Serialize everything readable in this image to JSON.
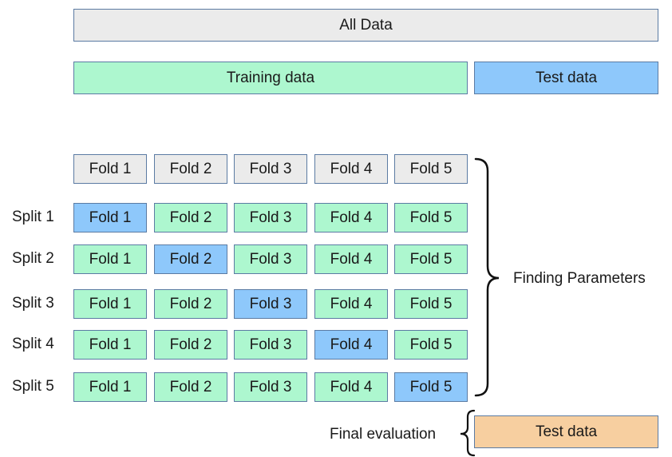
{
  "all_data": {
    "label": "All Data"
  },
  "split_bar": {
    "training_label": "Training data",
    "test_label": "Test data"
  },
  "folds_header": [
    "Fold 1",
    "Fold 2",
    "Fold 3",
    "Fold 4",
    "Fold 5"
  ],
  "splits": [
    {
      "label": "Split 1",
      "folds": [
        "Fold 1",
        "Fold 2",
        "Fold 3",
        "Fold 4",
        "Fold 5"
      ],
      "test_fold": 1
    },
    {
      "label": "Split 2",
      "folds": [
        "Fold 1",
        "Fold 2",
        "Fold 3",
        "Fold 4",
        "Fold 5"
      ],
      "test_fold": 2
    },
    {
      "label": "Split 3",
      "folds": [
        "Fold 1",
        "Fold 2",
        "Fold 3",
        "Fold 4",
        "Fold 5"
      ],
      "test_fold": 3
    },
    {
      "label": "Split 4",
      "folds": [
        "Fold 1",
        "Fold 2",
        "Fold 3",
        "Fold 4",
        "Fold 5"
      ],
      "test_fold": 4
    },
    {
      "label": "Split 5",
      "folds": [
        "Fold 1",
        "Fold 2",
        "Fold 3",
        "Fold 4",
        "Fold 5"
      ],
      "test_fold": 5
    }
  ],
  "finding_parameters": {
    "label": "Finding Parameters"
  },
  "final_evaluation": {
    "label": "Final evaluation",
    "test_label": "Test data"
  },
  "colors": {
    "neutral": "#ebebeb",
    "training": "#adf7cf",
    "test_fold": "#8ec8fb",
    "final_test": "#f7cfa0",
    "border": "#5b7ba3"
  }
}
